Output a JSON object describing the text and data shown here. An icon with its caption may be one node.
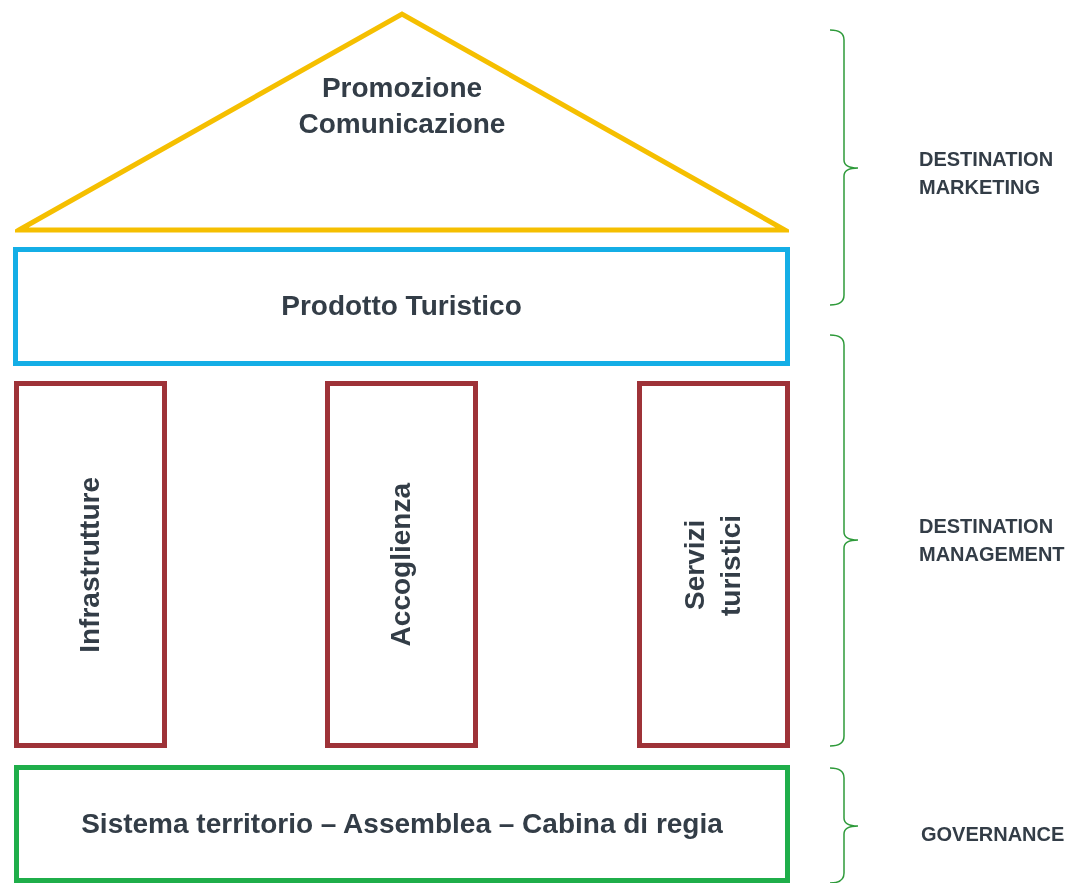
{
  "diagram": {
    "nodes": [
      {
        "text": [
          "Promozione Comunicazione"
        ]
      },
      {
        "text": [
          "Prodotto Turistico"
        ]
      },
      {
        "text": [
          "Infrastrutture"
        ]
      },
      {
        "text": [
          "Accoglienza"
        ]
      },
      {
        "text": [
          "Servizi turistici"
        ]
      },
      {
        "text": [
          "Sistema territorio – Assemblea – Cabina di regia"
        ]
      }
    ],
    "labels": [
      "DESTINATION MARKETING",
      "DESTINATION MANAGEMENT",
      "GOVERNANCE"
    ]
  }
}
